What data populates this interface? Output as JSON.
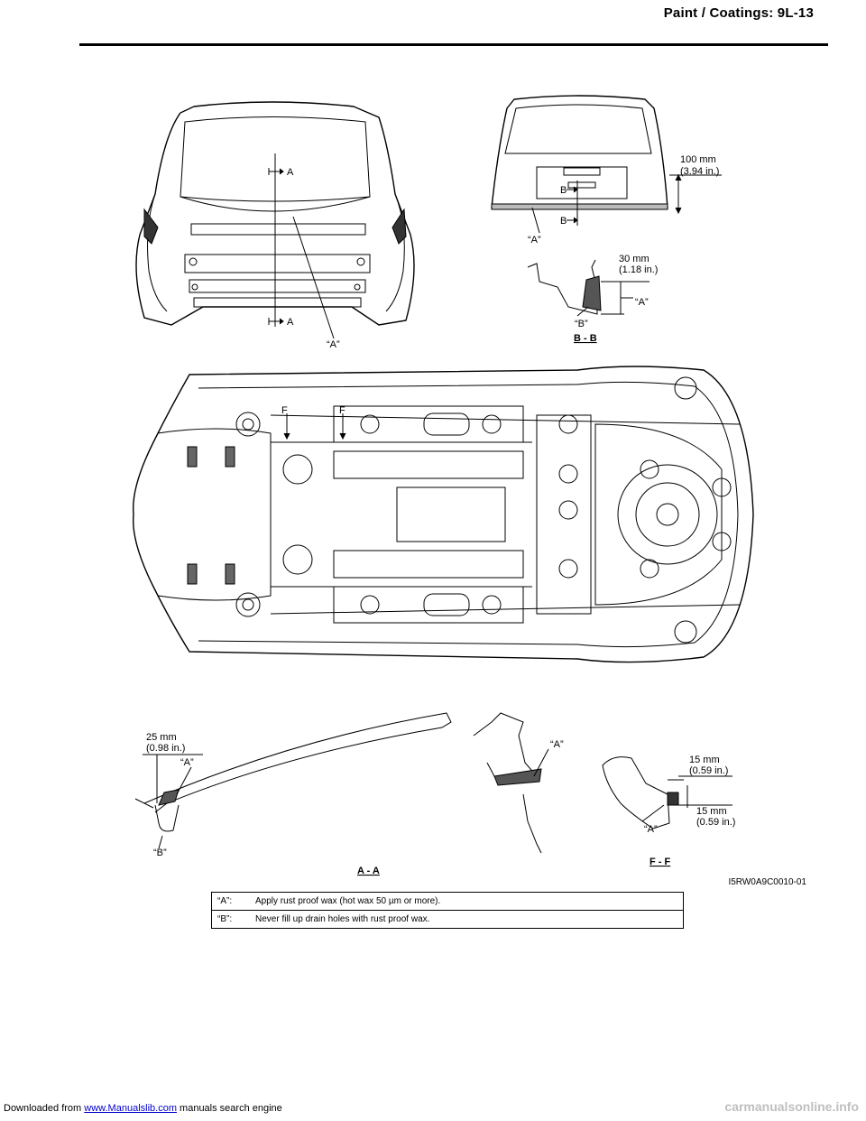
{
  "header": {
    "title": "Paint / Coatings:   9L-13"
  },
  "figure": {
    "labels": {
      "A": "A",
      "B": "B",
      "F": "F",
      "quote_A": "“A”",
      "quote_B": "“B”",
      "bb_title": "B - B",
      "aa_title": "A - A",
      "ff_title": "F - F",
      "dim_100_mm": "100 mm",
      "dim_100_in": "(3.94 in.)",
      "dim_30_mm": "30 mm",
      "dim_30_in": "(1.18 in.)",
      "dim_25_mm": "25 mm",
      "dim_25_in": "(0.98 in.)",
      "dim_15_mm": "15 mm",
      "dim_15_in": "(0.59 in.)"
    },
    "ref_code": "I5RW0A9C0010-01"
  },
  "notes": [
    {
      "key": "“A”:",
      "text": "Apply rust proof wax (hot wax 50 µm or more)."
    },
    {
      "key": "“B”:",
      "text": "Never fill up drain holes with rust proof wax."
    }
  ],
  "footer": {
    "prefix": "Downloaded from ",
    "link": "www.Manualslib.com",
    "suffix": "  manuals search engine"
  },
  "watermark": "carmanualsonline.info"
}
